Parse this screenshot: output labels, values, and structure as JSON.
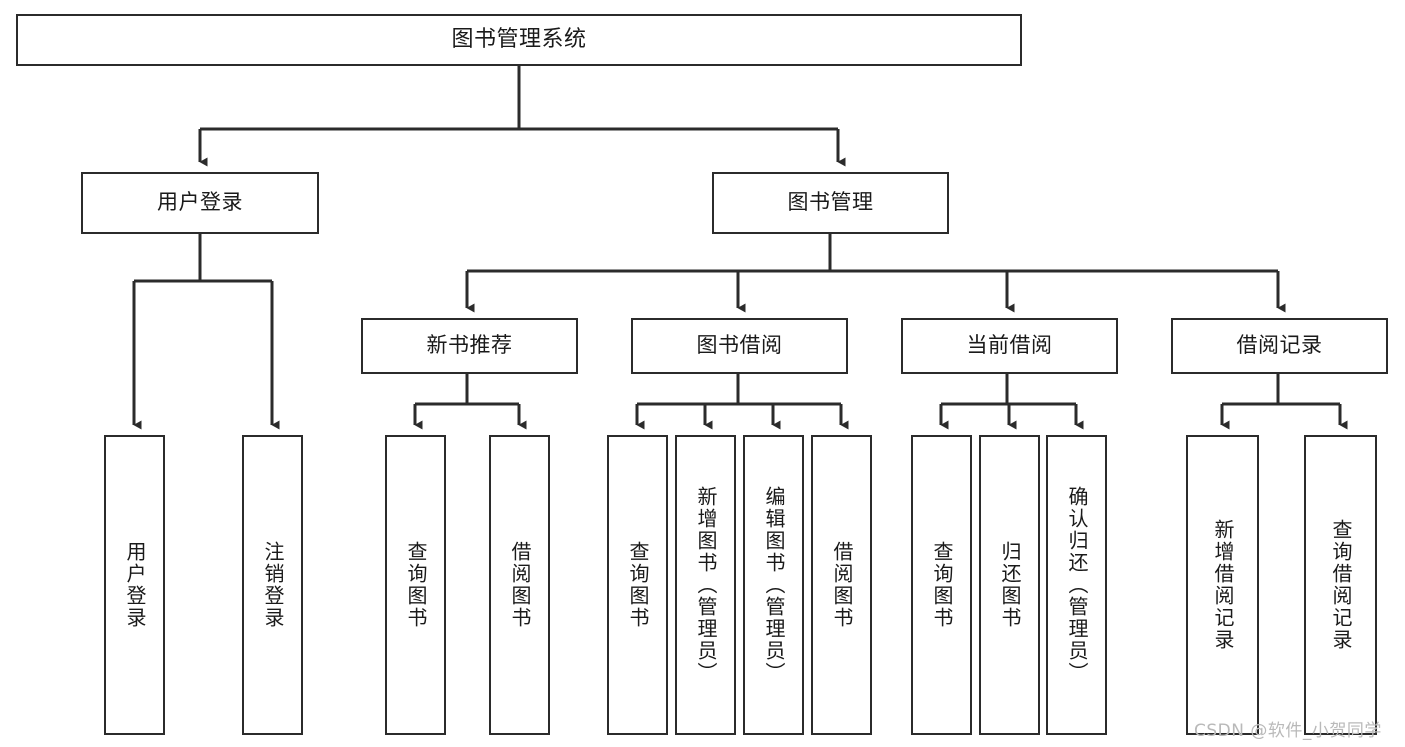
{
  "diagram": {
    "title": "图书管理系统",
    "type": "hierarchy-tree",
    "orientation": "top-down",
    "levels": 4,
    "root": {
      "id": "root",
      "label": "图书管理系统",
      "text_orientation": "horizontal"
    },
    "level2": [
      {
        "id": "user-login",
        "label": "用户登录",
        "text_orientation": "horizontal"
      },
      {
        "id": "book-manage",
        "label": "图书管理",
        "text_orientation": "horizontal"
      }
    ],
    "level3": [
      {
        "id": "new-book-recommend",
        "label": "新书推荐",
        "text_orientation": "horizontal",
        "parent": "book-manage"
      },
      {
        "id": "book-borrow",
        "label": "图书借阅",
        "text_orientation": "horizontal",
        "parent": "book-manage"
      },
      {
        "id": "current-borrow",
        "label": "当前借阅",
        "text_orientation": "horizontal",
        "parent": "book-manage"
      },
      {
        "id": "borrow-record",
        "label": "借阅记录",
        "text_orientation": "horizontal",
        "parent": "book-manage"
      }
    ],
    "leaves": [
      {
        "id": "leaf-user-login",
        "label": "用户登录",
        "parent": "user-login",
        "text_orientation": "vertical"
      },
      {
        "id": "leaf-logout-login",
        "label": "注销登录",
        "parent": "user-login",
        "text_orientation": "vertical"
      },
      {
        "id": "leaf-query-book-1",
        "label": "查询图书",
        "parent": "new-book-recommend",
        "text_orientation": "vertical"
      },
      {
        "id": "leaf-borrow-book-1",
        "label": "借阅图书",
        "parent": "new-book-recommend",
        "text_orientation": "vertical"
      },
      {
        "id": "leaf-query-book-2",
        "label": "查询图书",
        "parent": "book-borrow",
        "text_orientation": "vertical"
      },
      {
        "id": "leaf-add-book-admin",
        "label": "新增图书（管理员）",
        "parent": "book-borrow",
        "text_orientation": "vertical"
      },
      {
        "id": "leaf-edit-book-admin",
        "label": "编辑图书（管理员）",
        "parent": "book-borrow",
        "text_orientation": "vertical"
      },
      {
        "id": "leaf-borrow-book-2",
        "label": "借阅图书",
        "parent": "book-borrow",
        "text_orientation": "vertical"
      },
      {
        "id": "leaf-query-book-3",
        "label": "查询图书",
        "parent": "current-borrow",
        "text_orientation": "vertical"
      },
      {
        "id": "leaf-return-book",
        "label": "归还图书",
        "parent": "current-borrow",
        "text_orientation": "vertical"
      },
      {
        "id": "leaf-confirm-return-admin",
        "label": "确认归还（管理员）",
        "parent": "current-borrow",
        "text_orientation": "vertical"
      },
      {
        "id": "leaf-add-borrow-record",
        "label": "新增借阅记录",
        "parent": "borrow-record",
        "text_orientation": "vertical"
      },
      {
        "id": "leaf-query-borrow-record",
        "label": "查询借阅记录",
        "parent": "borrow-record",
        "text_orientation": "vertical"
      }
    ]
  },
  "watermark": {
    "text": "CSDN @软件_小贺同学"
  },
  "colors": {
    "stroke": "#2b2b2b",
    "background": "#ffffff",
    "text": "#1a1a1a",
    "watermark": "#b9b9b9"
  }
}
